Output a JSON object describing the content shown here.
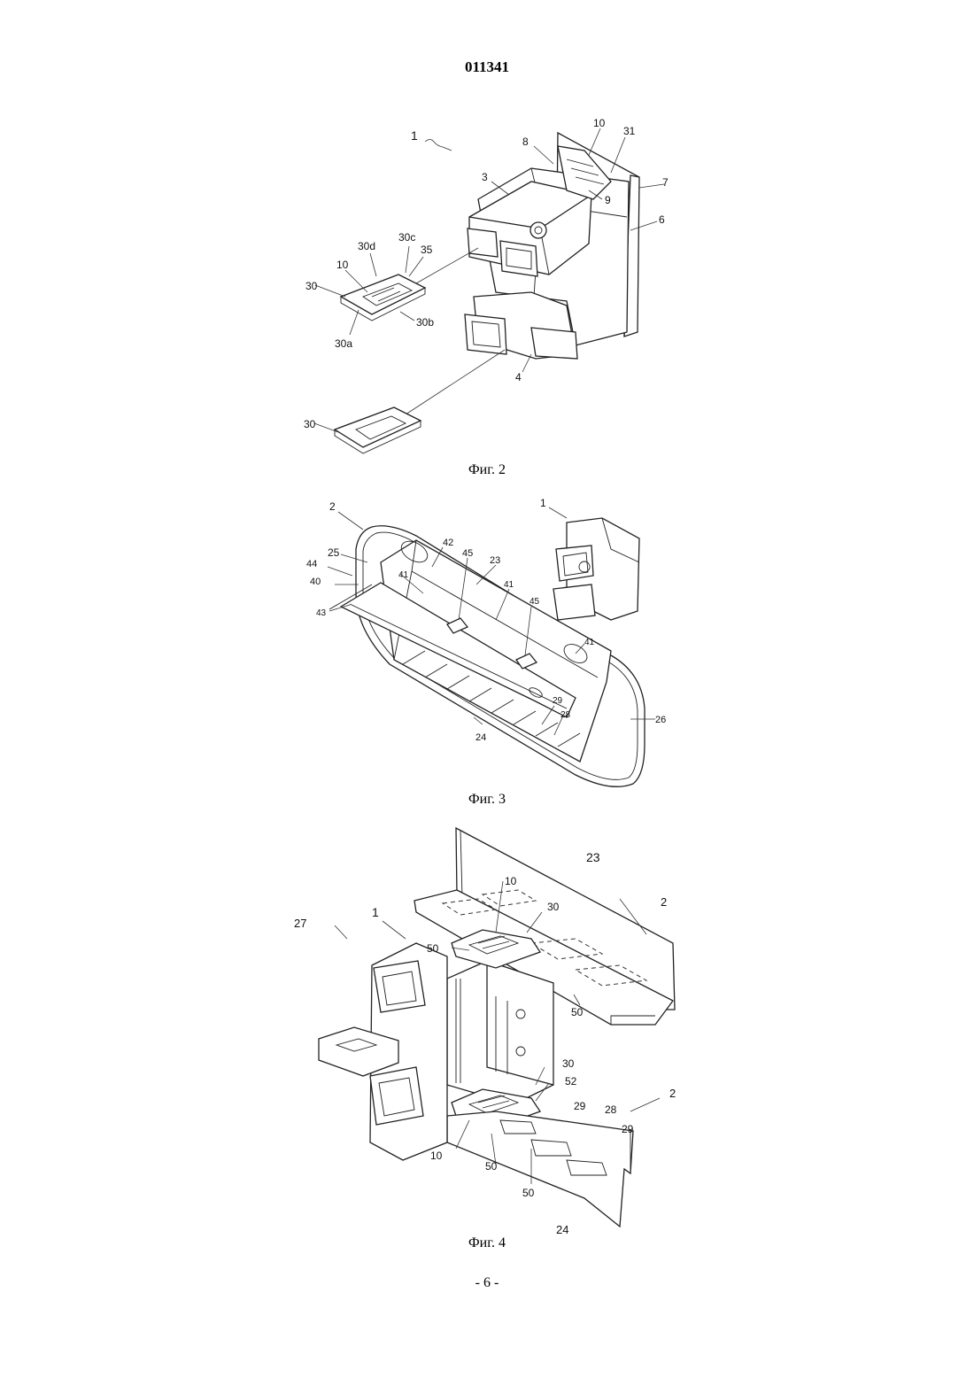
{
  "header": {
    "doc_number": "011341"
  },
  "figures": [
    {
      "caption": "Фиг. 2",
      "refs": [
        "1",
        "8",
        "10",
        "31",
        "3",
        "9",
        "7",
        "6",
        "30c",
        "30d",
        "35",
        "10",
        "30",
        "30b",
        "30a",
        "4",
        "30"
      ]
    },
    {
      "caption": "Фиг. 3",
      "refs": [
        "2",
        "1",
        "25",
        "42",
        "45",
        "23",
        "44",
        "41",
        "40",
        "41",
        "45",
        "43",
        "41",
        "29",
        "28",
        "24",
        "26"
      ]
    },
    {
      "caption": "Фиг. 4",
      "refs": [
        "23",
        "2",
        "10",
        "30",
        "1",
        "50",
        "27",
        "50",
        "30",
        "52",
        "29",
        "28",
        "29",
        "10",
        "50",
        "50",
        "2",
        "24"
      ]
    }
  ],
  "footer": {
    "page": "- 6 -"
  }
}
